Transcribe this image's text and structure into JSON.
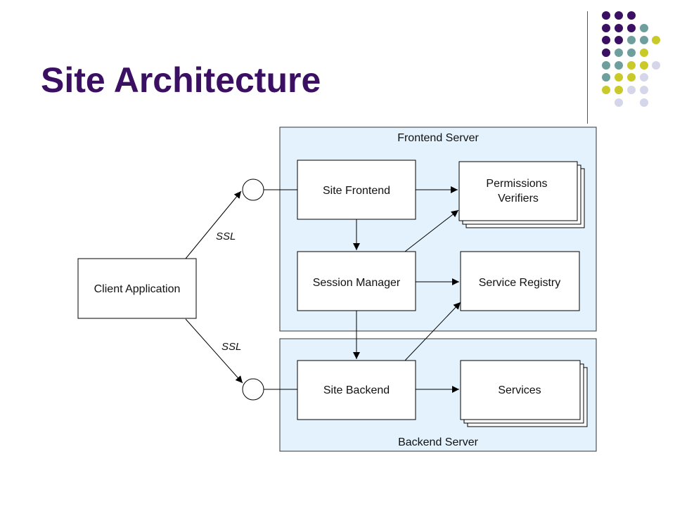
{
  "slide": {
    "title": "Site Architecture",
    "accent_colors": [
      "#3b0f62",
      "#6e9f9c",
      "#c9c92a",
      "#d6d6ea"
    ]
  },
  "diagram": {
    "frontend_server": "Frontend Server",
    "backend_server": "Backend Server",
    "client_application": "Client Application",
    "site_frontend": "Site Frontend",
    "permissions_verifiers_line1": "Permissions",
    "permissions_verifiers_line2": "Verifiers",
    "session_manager": "Session Manager",
    "service_registry": "Service Registry",
    "site_backend": "Site Backend",
    "services": "Services",
    "ssl_top": "SSL",
    "ssl_bottom": "SSL"
  }
}
